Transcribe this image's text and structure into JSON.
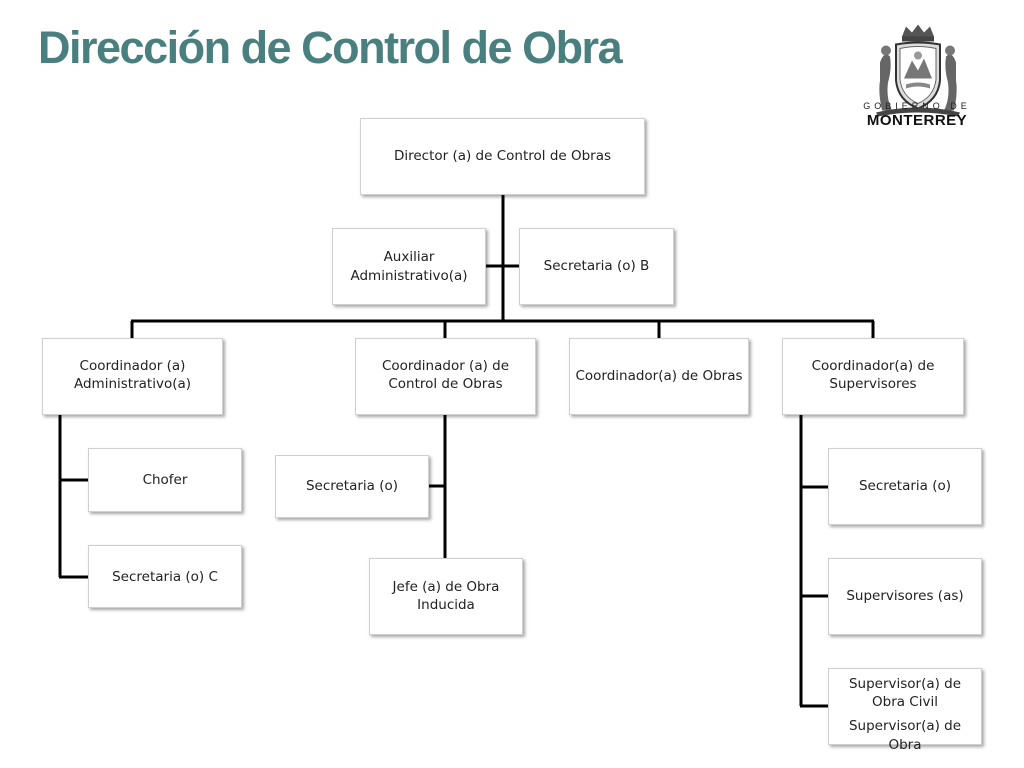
{
  "title": "Dirección de Control de Obra",
  "logo": {
    "line1": "GOBIERNO DE",
    "line2": "MONTERREY"
  },
  "colors": {
    "title": "#4a7f7f",
    "line": "#000000",
    "box_border": "#cfcfcf"
  },
  "nodes": {
    "director": "Director (a) de Control de Obras",
    "auxiliar": "Auxiliar Administrativo(a)",
    "secretaria_b": "Secretaria (o) B",
    "coord_admin": "Coordinador (a) Administrativo(a)",
    "coord_control": "Coordinador (a) de Control de Obras",
    "coord_obras": "Coordinador(a) de Obras",
    "coord_supervisores": "Coordinador(a) de Supervisores",
    "chofer": "Chofer",
    "secretaria_c": "Secretaria (o) C",
    "secretaria_control": "Secretaria (o)",
    "jefe_obra": "Jefe (a) de Obra Inducida",
    "secretaria_sup": "Secretaria (o)",
    "supervisores": "Supervisores (as)",
    "supervisor_civil": "Supervisor(a) de Obra Civil",
    "supervisor_obra": "Supervisor(a) de Obra"
  }
}
